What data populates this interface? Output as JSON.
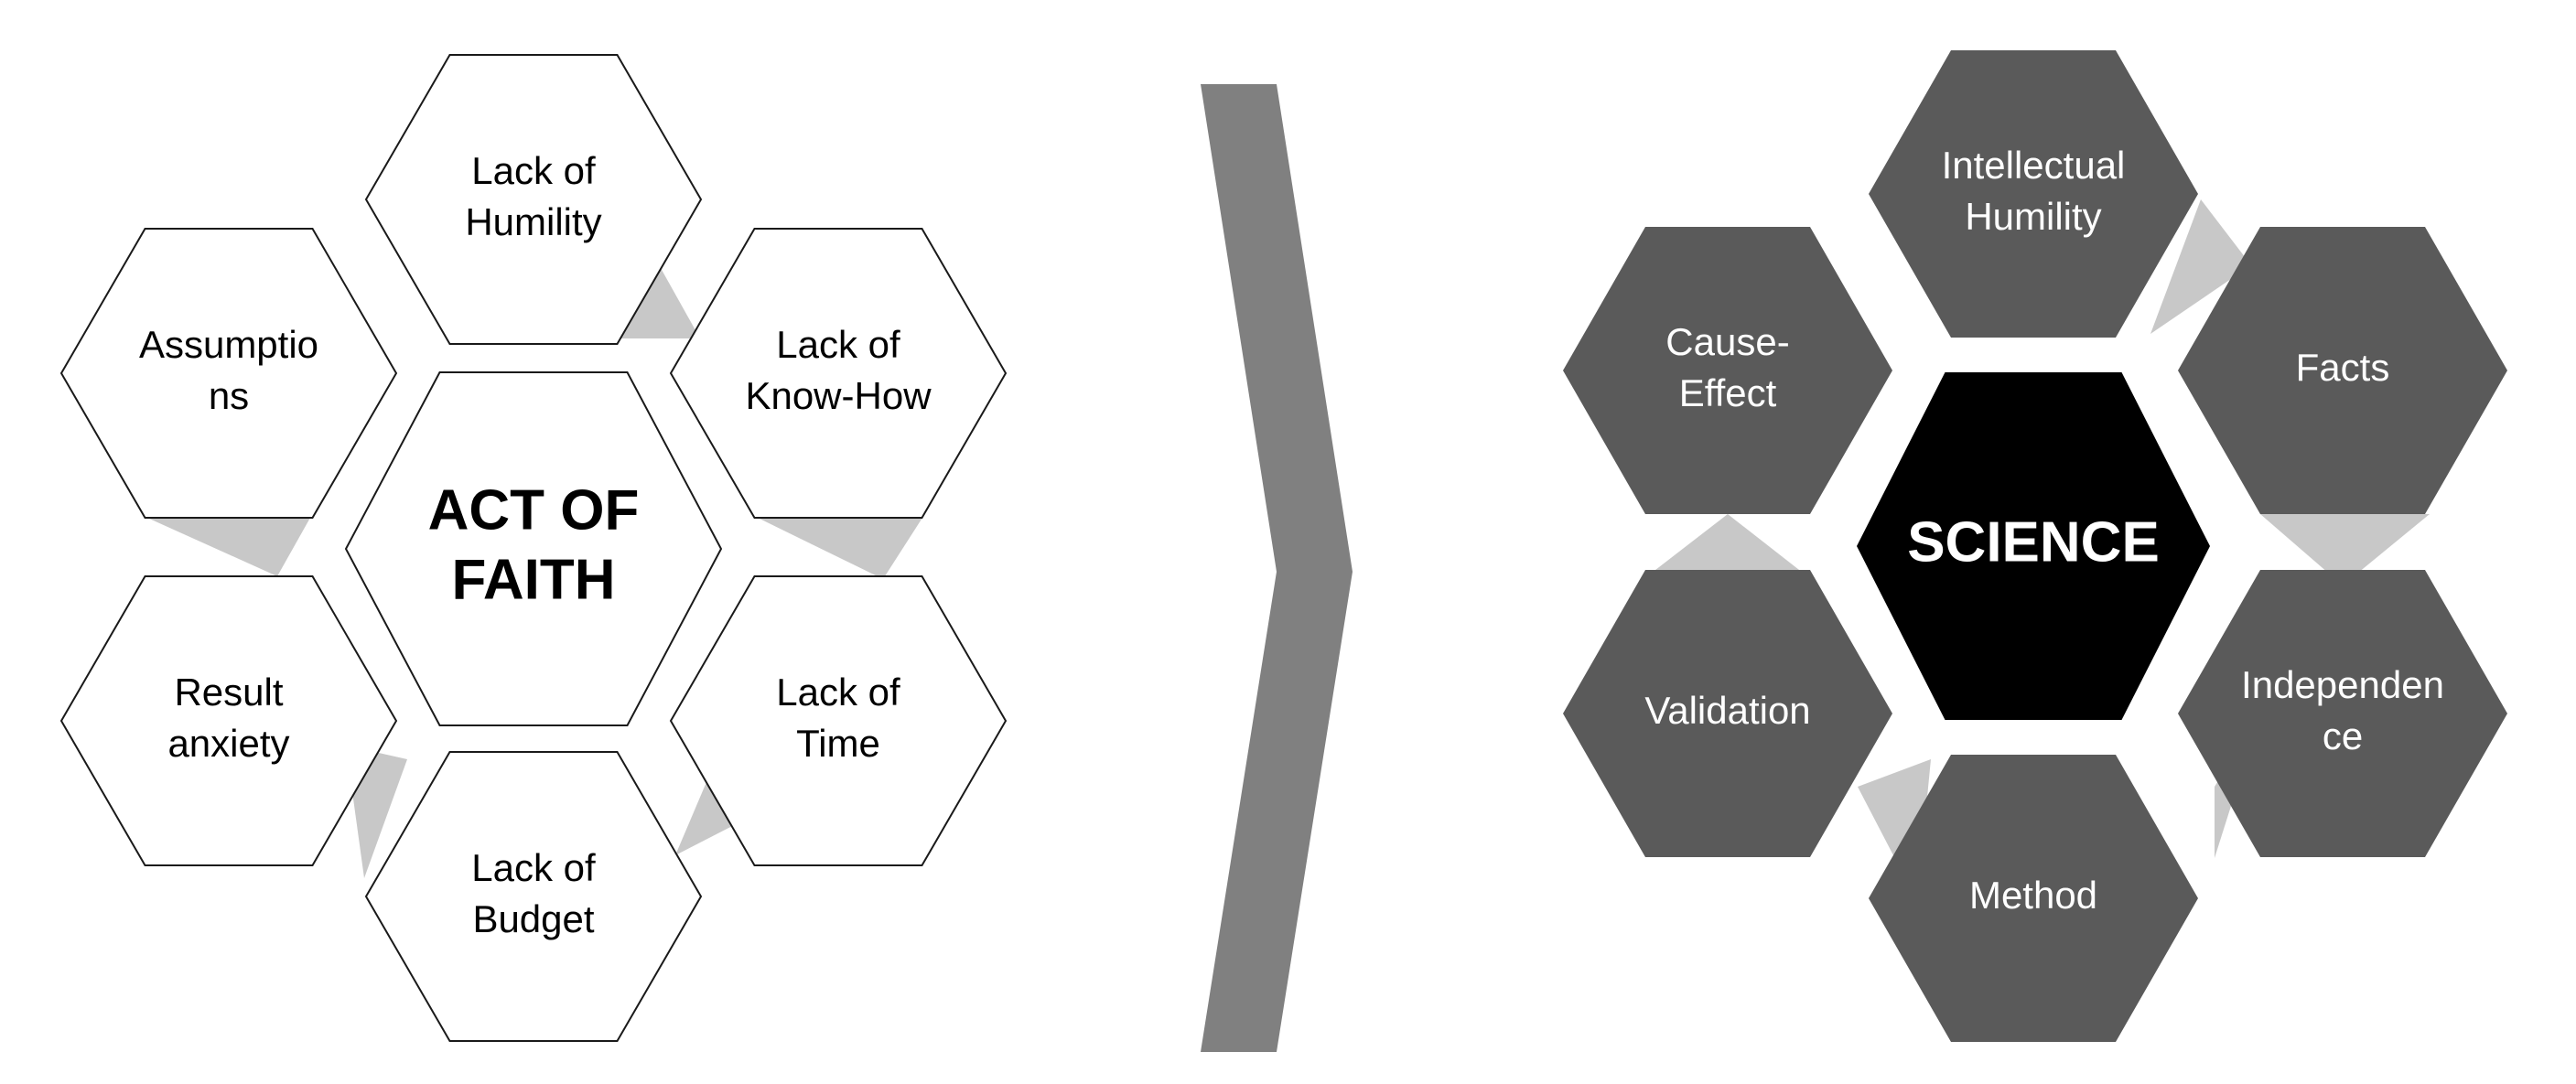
{
  "left": {
    "center": {
      "lines": [
        "ACT OF",
        "FAITH"
      ]
    },
    "nodes": [
      {
        "id": "lack-of-humility",
        "lines": [
          "Lack of",
          "Humility"
        ]
      },
      {
        "id": "lack-of-know-how",
        "lines": [
          "Lack of",
          "Know-How"
        ]
      },
      {
        "id": "lack-of-time",
        "lines": [
          "Lack of",
          "Time"
        ]
      },
      {
        "id": "lack-of-budget",
        "lines": [
          "Lack of",
          "Budget"
        ]
      },
      {
        "id": "result-anxiety",
        "lines": [
          "Result",
          "anxiety"
        ]
      },
      {
        "id": "assumptions",
        "lines": [
          "Assumptio",
          "ns"
        ]
      }
    ]
  },
  "right": {
    "center": {
      "lines": [
        "SCIENCE"
      ]
    },
    "nodes": [
      {
        "id": "intellectual-humility",
        "lines": [
          "Intellectual",
          "Humility"
        ]
      },
      {
        "id": "facts",
        "lines": [
          "Facts"
        ]
      },
      {
        "id": "independence",
        "lines": [
          "Independen",
          "ce"
        ]
      },
      {
        "id": "method",
        "lines": [
          "Method"
        ]
      },
      {
        "id": "validation",
        "lines": [
          "Validation"
        ]
      },
      {
        "id": "cause-effect",
        "lines": [
          "Cause-",
          "Effect"
        ]
      }
    ]
  },
  "colors": {
    "outline": "#1a1a1a",
    "connector": "#c8c8c8",
    "dark_hex": "#5a5a5a",
    "science_center": "#000000",
    "chevron": "#808080",
    "light_text": "#ffffff",
    "dark_text": "#000000"
  }
}
